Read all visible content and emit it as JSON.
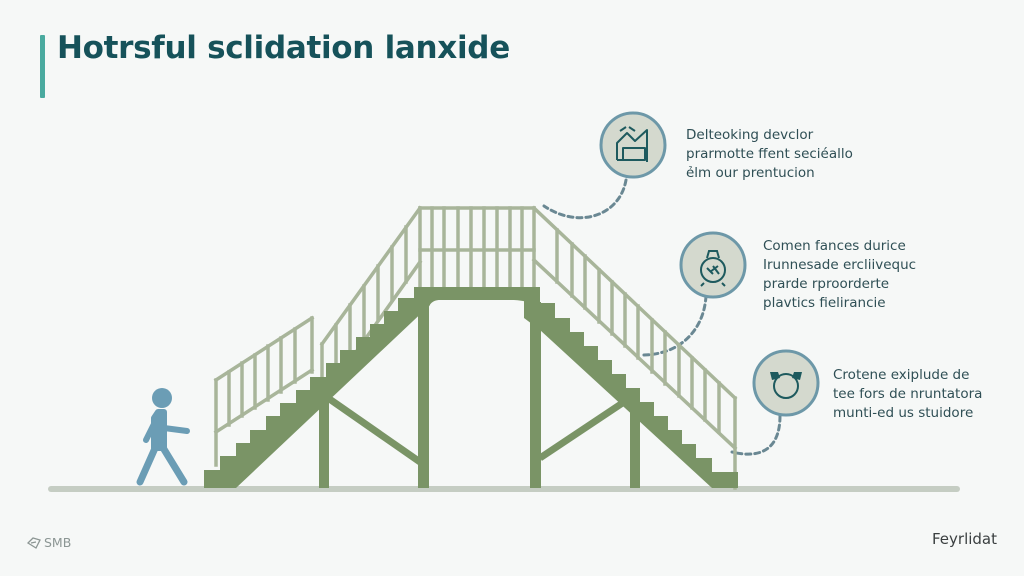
{
  "header": {
    "title": "Hotrsful sclidation lanxide",
    "accent_color": "#4aaa9f",
    "title_color": "#16525a"
  },
  "diagram": {
    "structure_color": "#7a9466",
    "railing_color": "#a8b59a",
    "ground_color": "#c5cdc3",
    "person_color": "#6b9db5",
    "connector_color": "#6a8893",
    "elements": [
      "walking-person",
      "left-staircase",
      "top-platform",
      "right-staircase",
      "support-columns",
      "ground-line"
    ]
  },
  "callouts": [
    {
      "icon": "factory-icon",
      "lines": [
        "Delteoking devclor",
        "prarmotte ffent seciéallo",
        "ẻlm our prentucion"
      ]
    },
    {
      "icon": "money-bag-icon",
      "lines": [
        "Comen fances durice",
        "Irunnesade ercliivequc",
        "prarde rproorderte",
        "plavtics fielirancie"
      ]
    },
    {
      "icon": "headset-icon",
      "lines": [
        "Crotene exiplude de",
        "tee fors de nruntatora",
        "munti-ed us stuidore"
      ]
    }
  ],
  "footer": {
    "left_logo_icon": "smb-logo-icon",
    "left_label": "SMB",
    "right_label": "Feyrlidat"
  }
}
